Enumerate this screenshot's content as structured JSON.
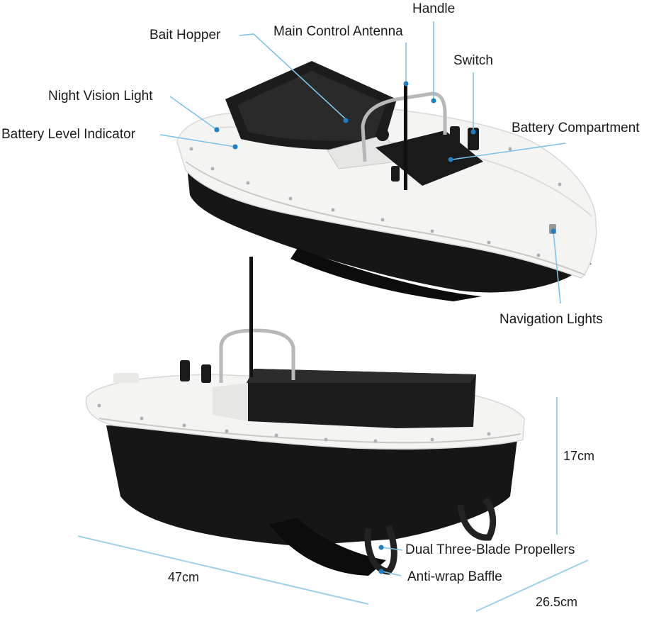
{
  "labels": {
    "handle": "Handle",
    "bait_hopper": "Bait Hopper",
    "main_control_antenna": "Main Control Antenna",
    "switch": "Switch",
    "night_vision_light": "Night Vision Light",
    "battery_compartment": "Battery Compartment",
    "battery_level_indicator": "Battery Level Indicator",
    "navigation_lights": "Navigation Lights",
    "dual_propellers": "Dual Three-Blade Propellers",
    "anti_wrap_baffle": "Anti-wrap Baffle"
  },
  "dimensions": {
    "height": "17cm",
    "length": "47cm",
    "width": "26.5cm"
  },
  "colors": {
    "leader_line": "#7ec3e6",
    "dot": "#1f7fc4",
    "hull_white": "#f4f4f2",
    "hull_dark": "#161616",
    "hopper": "#1c1c1c"
  }
}
